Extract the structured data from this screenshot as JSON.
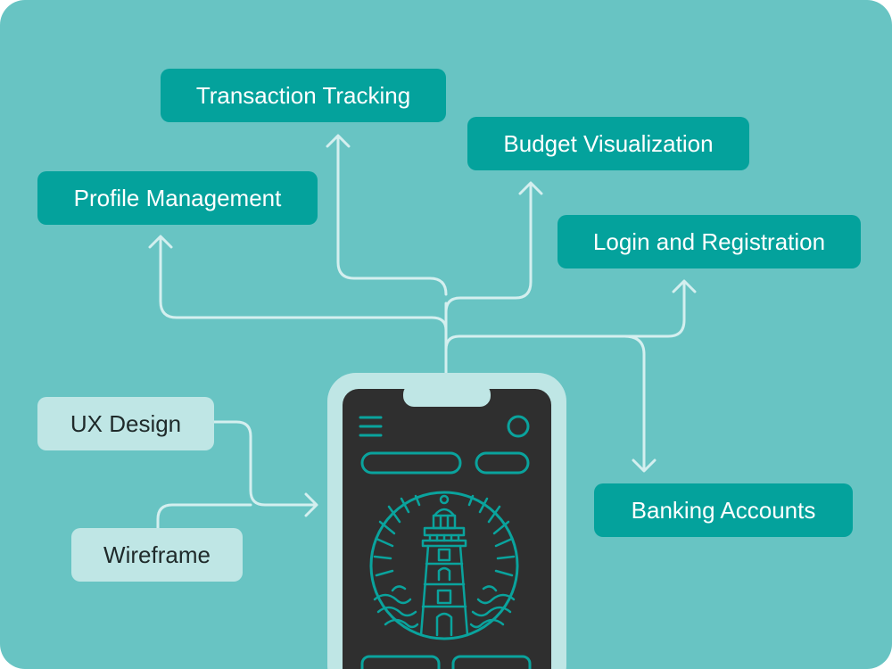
{
  "colors": {
    "background": "#68c4c3",
    "node_dark": "#04a29c",
    "node_light": "#bfe6e5",
    "connector": "#d4efef",
    "phone_frame": "#bfe6e5",
    "phone_screen": "#2f2f2f",
    "screen_accent": "#0aa39d"
  },
  "nodes": {
    "transaction_tracking": "Transaction Tracking",
    "budget_visualization": "Budget Visualization",
    "profile_management": "Profile Management",
    "login_registration": "Login and Registration",
    "banking_accounts": "Banking Accounts",
    "ux_design": "UX Design",
    "wireframe": "Wireframe"
  },
  "phone": {
    "icons": [
      "menu-icon",
      "profile-circle-icon",
      "lighthouse-icon"
    ]
  }
}
